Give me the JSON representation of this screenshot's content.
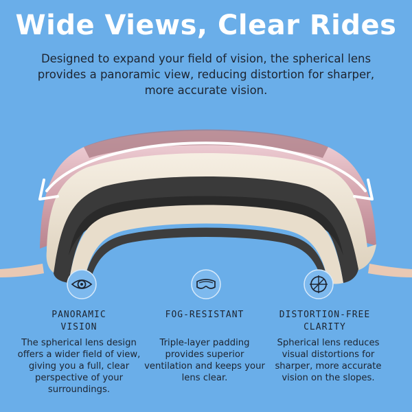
{
  "header": {
    "title": "Wide Views, Clear Rides",
    "subtitle": "Designed to expand your field of vision, the spherical lens provides a panoramic view, reducing distortion for sharper, more accurate vision."
  },
  "colors": {
    "background": "#6aaee9",
    "title": "#ffffff",
    "text": "#1d2430",
    "lens": "#d9b0b8",
    "frame": "#efe6d8",
    "foam": "#2e2e2e"
  },
  "features": [
    {
      "icon": "eye-icon",
      "title": "PANORAMIC VISION",
      "description": "The spherical lens design offers a wider field of view, giving you a full, clear perspective of your surroundings."
    },
    {
      "icon": "goggles-icon",
      "title": "FOG-RESISTANT",
      "description": "Triple-layer padding provides superior ventilation and keeps your lens clear."
    },
    {
      "icon": "crosshair-globe-icon",
      "title": "DISTORTION-FREE CLARITY",
      "description": "Spherical lens reduces visual distortions for sharper, more accurate vision on the slopes."
    }
  ]
}
